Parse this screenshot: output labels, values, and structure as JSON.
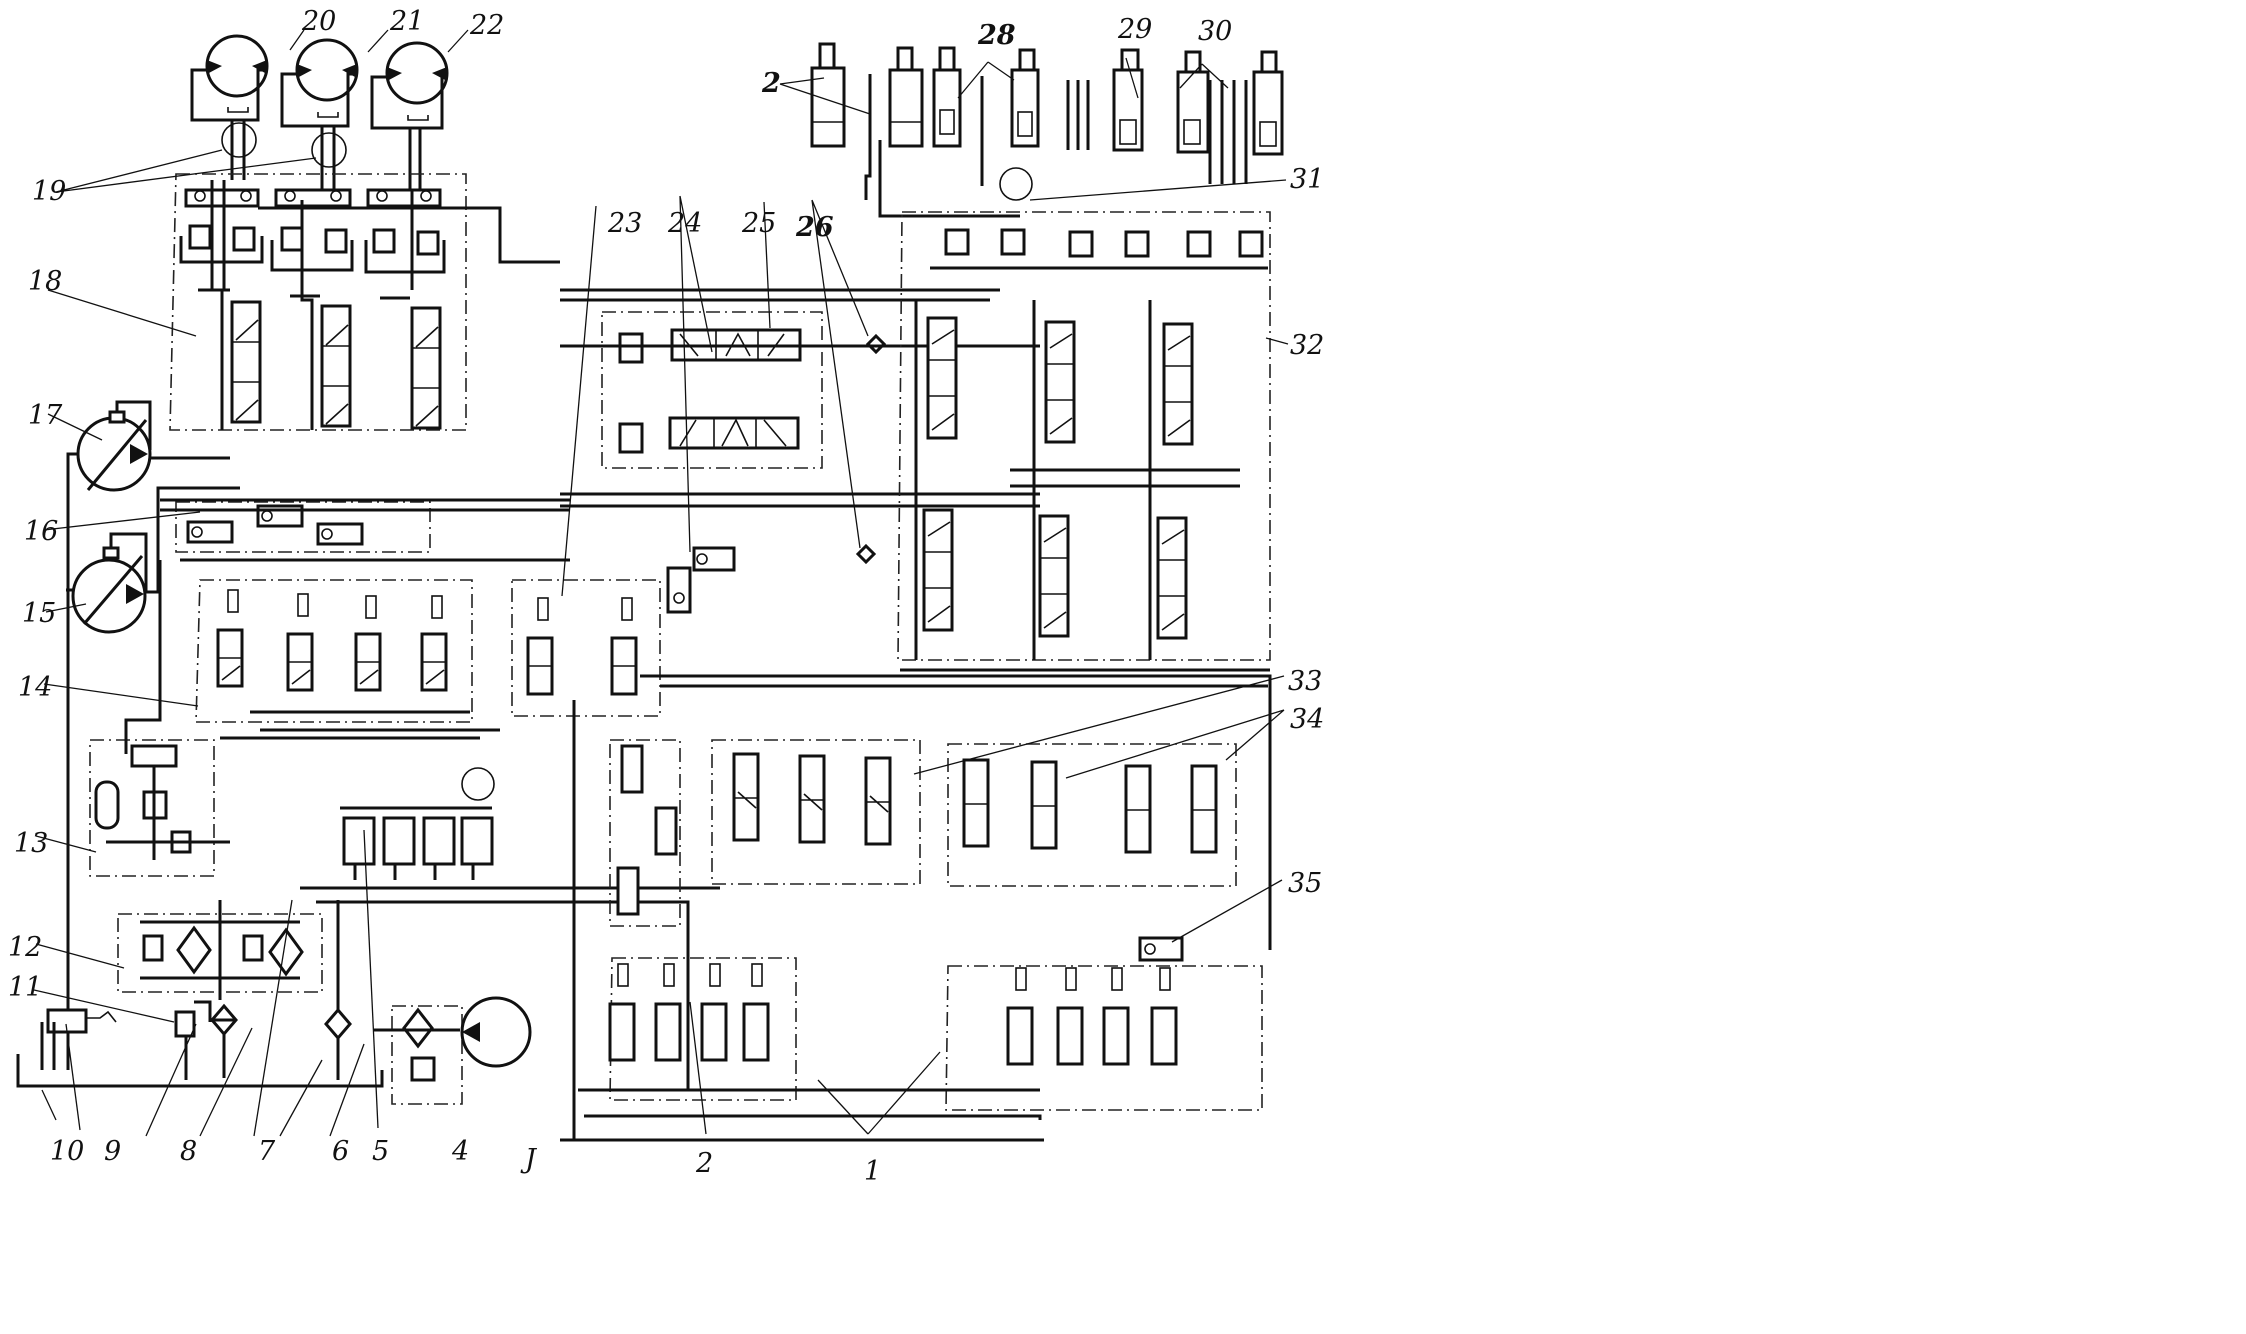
{
  "figure": {
    "ink_color": "#111111",
    "background_color": "#ffffff"
  },
  "callouts": {
    "c1": "1",
    "c2": "2",
    "c2_top": "2",
    "c3": "J",
    "c4": "4",
    "c5": "5",
    "c6": "6",
    "c7": "7",
    "c8": "8",
    "c9": "9",
    "c10": "10",
    "c11": "11",
    "c12": "12",
    "c13": "13",
    "c14": "14",
    "c15": "15",
    "c16": "16",
    "c17": "17",
    "c18": "18",
    "c19": "19",
    "c20": "20",
    "c21": "21",
    "c22": "22",
    "c23": "23",
    "c24": "24",
    "c25": "25",
    "c26": "26",
    "c28": "28",
    "c29": "29",
    "c30": "30",
    "c31": "31",
    "c32": "32",
    "c33": "33",
    "c34": "34",
    "c35": "35"
  }
}
